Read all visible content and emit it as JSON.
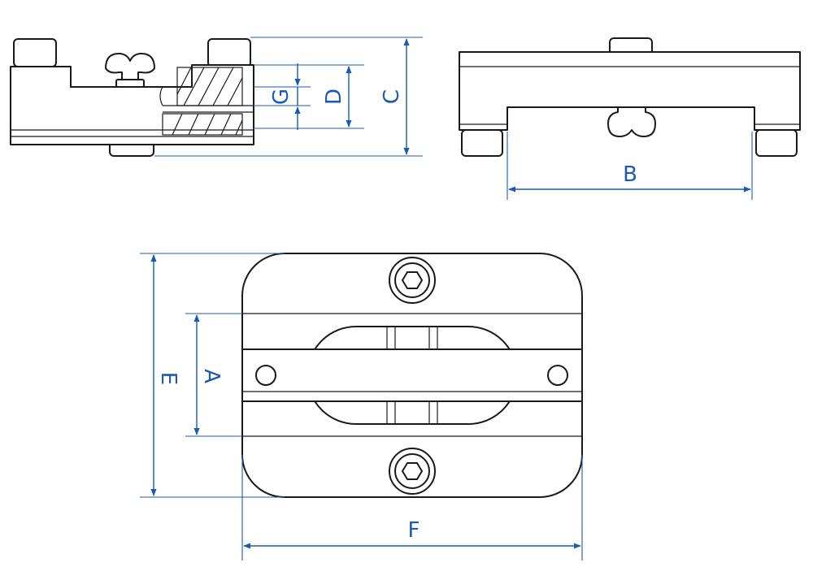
{
  "colors": {
    "outline": "#1a1a1a",
    "dimension": "#1a5bb0",
    "background": "#ffffff"
  },
  "views": {
    "side_section": {
      "dimensions": {
        "c": "C",
        "d": "D",
        "g": "G"
      }
    },
    "front": {
      "dimensions": {
        "b": "B"
      }
    },
    "top": {
      "dimensions": {
        "a": "A",
        "e": "E",
        "f": "F"
      }
    }
  }
}
